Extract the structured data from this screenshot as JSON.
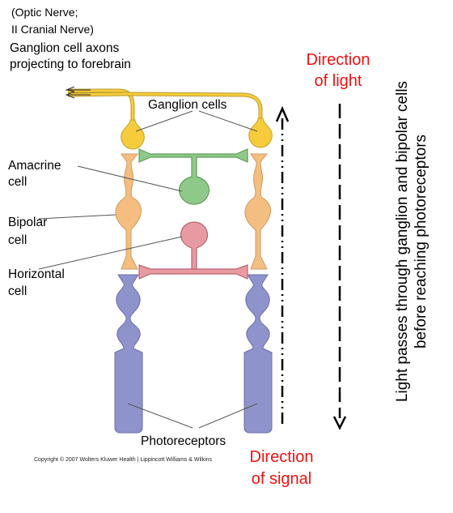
{
  "labels": {
    "optic_nerve_line1": "(Optic Nerve;",
    "optic_nerve_line2": "II Cranial Nerve)",
    "axons_line1": "Ganglion cell axons",
    "axons_line2": "projecting to forebrain",
    "ganglion_cells": "Ganglion cells",
    "amacrine_line1": "Amacrine",
    "amacrine_line2": "cell",
    "bipolar_line1": "Bipolar",
    "bipolar_line2": "cell",
    "horizontal_line1": "Horizontal",
    "horizontal_line2": "cell",
    "photoreceptors": "Photoreceptors",
    "copyright": "Copyright © 2007 Wolters Kluwer Health | Lippincott Williams & Wilkins",
    "direction_light_line1": "Direction",
    "direction_light_line2": "of light",
    "direction_signal_line1": "Direction",
    "direction_signal_line2": "of signal",
    "side_note_line1": "Light passes through ganglion and bipolar cells",
    "side_note_line2": "before reaching photoreceptors"
  },
  "colors": {
    "ganglion": "#f6cc3c",
    "amacrine": "#8fc98a",
    "amacrine_edge": "#5f9d59",
    "bipolar": "#f4be80",
    "bipolar_edge": "#c9925a",
    "horizontal": "#e89aa2",
    "horizontal_edge": "#b86670",
    "photoreceptor": "#8f93cb",
    "photoreceptor_edge": "#5f62a0",
    "accent_red": "#ee1111"
  }
}
